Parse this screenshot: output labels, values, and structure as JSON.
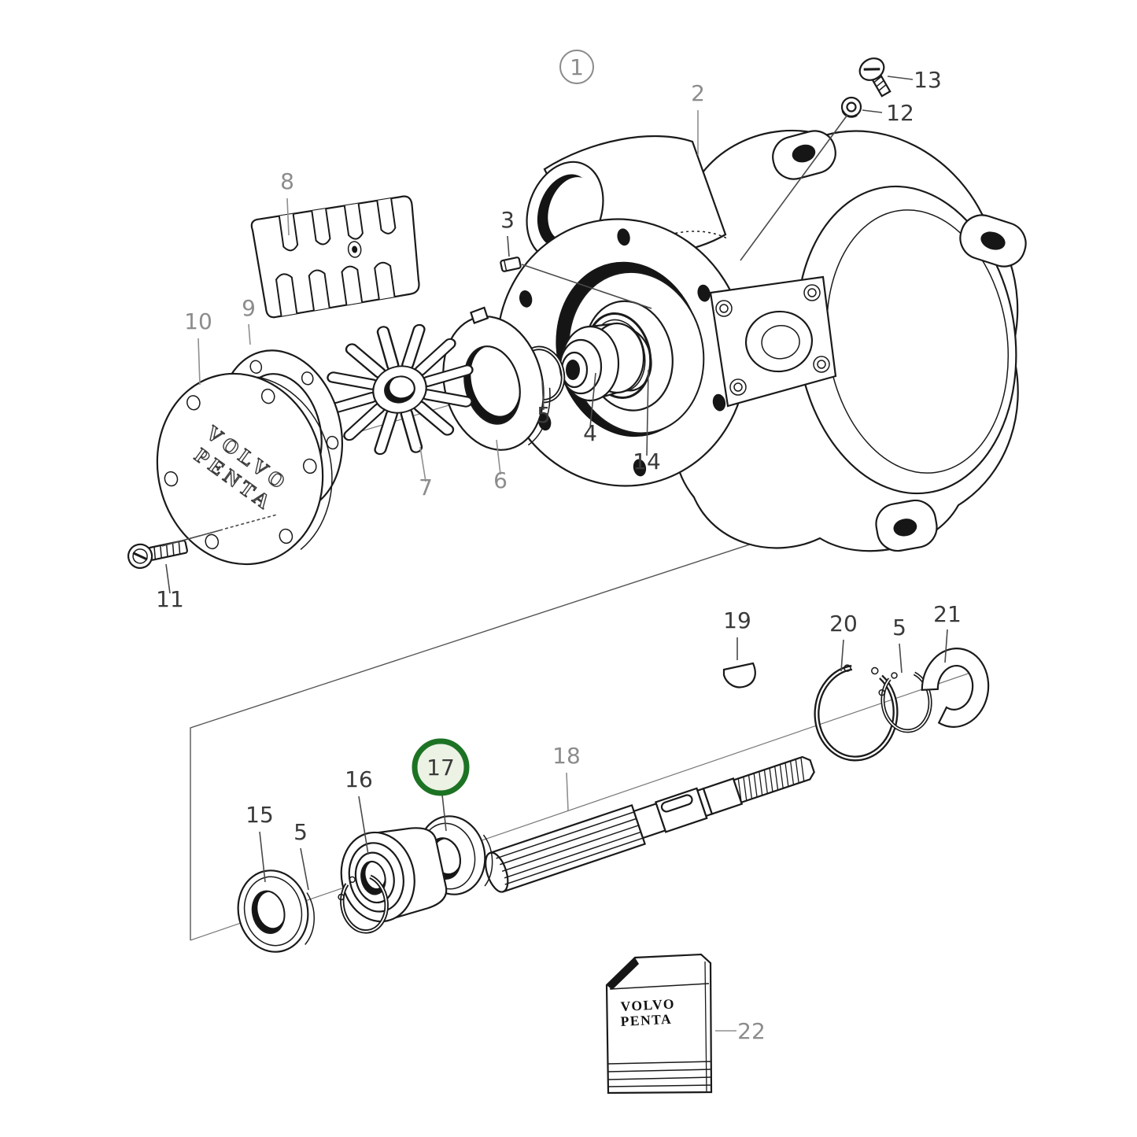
{
  "figure": {
    "number": "1"
  },
  "highlight": {
    "part_label": "17",
    "ring_color": "#1d7324",
    "fill_color": "#ecf2e4"
  },
  "colors": {
    "background": "#ffffff",
    "line_art": "#1a1a1a",
    "label_muted": "#8c8c8c",
    "label_strong": "#3a3a3a"
  },
  "cover_brand": {
    "line1": "VOLVO",
    "line2": "PENTA"
  },
  "kit_box": {
    "line1": "VOLVO",
    "line2": "PENTA"
  },
  "callouts": [
    {
      "label": "1",
      "tone": "muted",
      "circled": true
    },
    {
      "label": "2",
      "tone": "muted"
    },
    {
      "label": "13",
      "tone": "strong"
    },
    {
      "label": "12",
      "tone": "strong"
    },
    {
      "label": "8",
      "tone": "muted"
    },
    {
      "label": "3",
      "tone": "strong"
    },
    {
      "label": "9",
      "tone": "muted"
    },
    {
      "label": "10",
      "tone": "muted"
    },
    {
      "label": "5",
      "tone": "strong"
    },
    {
      "label": "4",
      "tone": "strong"
    },
    {
      "label": "14",
      "tone": "strong"
    },
    {
      "label": "6",
      "tone": "muted"
    },
    {
      "label": "7",
      "tone": "muted"
    },
    {
      "label": "11",
      "tone": "strong"
    },
    {
      "label": "19",
      "tone": "strong"
    },
    {
      "label": "20",
      "tone": "strong"
    },
    {
      "label": "5",
      "tone": "strong"
    },
    {
      "label": "21",
      "tone": "strong"
    },
    {
      "label": "15",
      "tone": "strong"
    },
    {
      "label": "5",
      "tone": "strong"
    },
    {
      "label": "16",
      "tone": "strong"
    },
    {
      "label": "17",
      "tone": "strong",
      "highlighted": true
    },
    {
      "label": "18",
      "tone": "muted"
    },
    {
      "label": "22",
      "tone": "muted"
    }
  ]
}
